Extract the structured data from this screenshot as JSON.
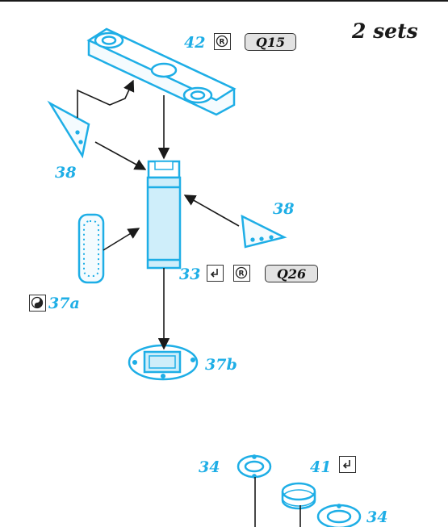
{
  "header": {
    "quantity": "2 sets"
  },
  "parts": {
    "p42": {
      "number": "42",
      "code": "Q15",
      "icons": [
        "registered-mark-icon"
      ]
    },
    "p38_left": {
      "number": "38"
    },
    "p38_right": {
      "number": "38"
    },
    "p33": {
      "number": "33",
      "code": "Q26",
      "icons": [
        "hook-arrow-icon",
        "registered-mark-icon"
      ]
    },
    "p37a": {
      "number": "37a",
      "icons": [
        "yin-yang-icon"
      ]
    },
    "p37b": {
      "number": "37b"
    },
    "p34_top": {
      "number": "34"
    },
    "p41": {
      "number": "41",
      "icons": [
        "hook-arrow-icon"
      ]
    },
    "p34_bottom": {
      "number": "34"
    }
  },
  "colors": {
    "part_outline": "#1eaee6",
    "part_fill": "#cfeefa",
    "arrow": "#1a1a1a",
    "label": "#1eaee6",
    "code_pill_fill": "#e2e2e2"
  }
}
